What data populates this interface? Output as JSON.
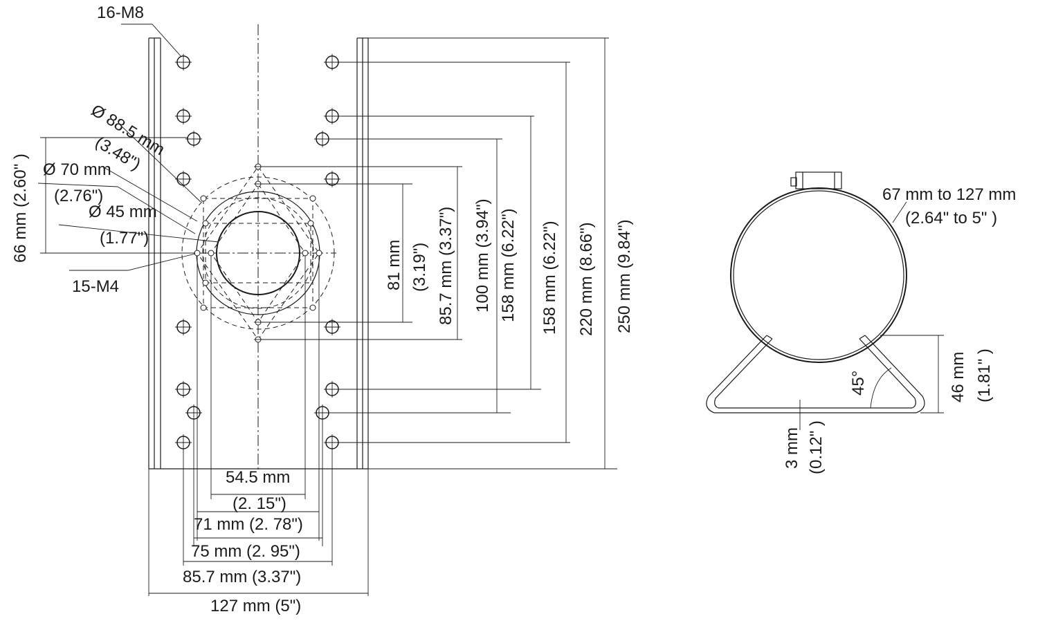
{
  "bracket_front": {
    "labels": {
      "m8_holes": "16-M8",
      "m4_holes": "15-M4",
      "dia_885_mm": "Ø 88.5 mm",
      "dia_885_in": "(3.48\")",
      "dia_70_mm": "Ø 70 mm",
      "dia_70_in": "(2.76\")",
      "dia_45_mm": "Ø 45 mm",
      "dia_45_in": "(1.77\")"
    },
    "dimensions_vertical": {
      "d66": "66 mm (2.60\" )",
      "d81_mm": "81 mm",
      "d81_in": "(3.19\")",
      "d857": "85.7 mm (3.37\")",
      "d100": "100 mm (3.94\")",
      "d158a": "158 mm (6.22\")",
      "d158b": "158 mm (6.22\")",
      "d220": "220 mm (8.66\")",
      "d250": "250 mm (9.84\")"
    },
    "dimensions_horizontal": {
      "d545_mm": "54.5 mm",
      "d545_in": "(2. 15\")",
      "d71": "71 mm (2. 78\")",
      "d75": "75 mm (2. 95\")",
      "d857": "85.7 mm (3.37\")",
      "d127": "127 mm (5\")"
    }
  },
  "clamp_side": {
    "labels": {
      "range_mm": "67 mm to 127 mm",
      "range_in": "(2.64\" to 5\" )",
      "angle": "45°",
      "thick_mm": "3 mm",
      "thick_in": "(0.12\" )",
      "height_mm": "46 mm",
      "height_in": "(1.81\" )"
    }
  }
}
